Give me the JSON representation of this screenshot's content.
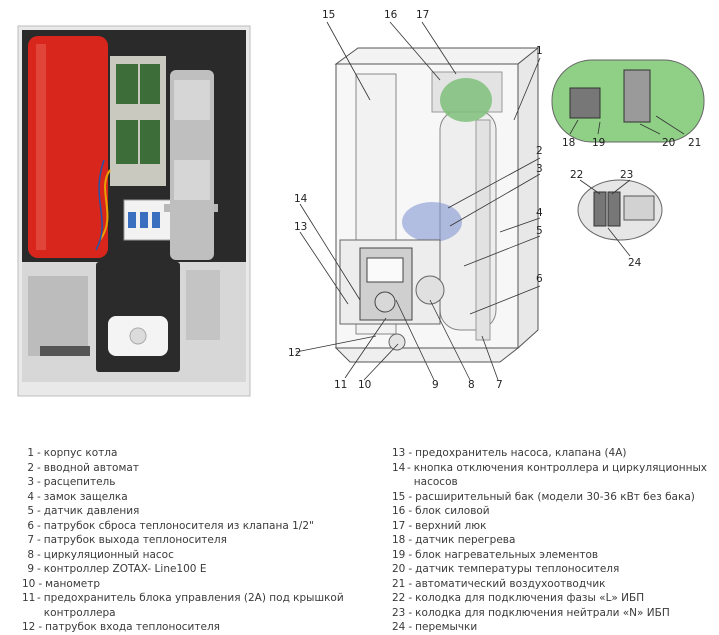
{
  "callouts": {
    "c1": "1",
    "c2": "2",
    "c3": "3",
    "c4": "4",
    "c5": "5",
    "c6": "6",
    "c7": "7",
    "c8": "8",
    "c9": "9",
    "c10": "10",
    "c11": "11",
    "c12": "12",
    "c13": "13",
    "c14": "14",
    "c15": "15",
    "c16": "16",
    "c17": "17",
    "c18": "18",
    "c19": "19",
    "c20": "20",
    "c21": "21",
    "c22": "22",
    "c23": "23",
    "c24": "24"
  },
  "legend_left": [
    {
      "num": "1",
      "text": "корпус котла"
    },
    {
      "num": "2",
      "text": "вводной автомат"
    },
    {
      "num": "3",
      "text": "расцепитель"
    },
    {
      "num": "4",
      "text": "замок защелка"
    },
    {
      "num": "5",
      "text": "датчик давления"
    },
    {
      "num": "6",
      "text": "патрубок сброса теплоносителя из клапана 1/2\""
    },
    {
      "num": "7",
      "text": "патрубок выхода теплоносителя"
    },
    {
      "num": "8",
      "text": "циркуляционный насос"
    },
    {
      "num": "9",
      "text": "контроллер ZOTAX- Line100 E"
    },
    {
      "num": "10",
      "text": "манометр"
    },
    {
      "num": "11",
      "text": "предохранитель блока управления (2А) под крышкой контроллера"
    },
    {
      "num": "12",
      "text": "патрубок входа теплоносителя"
    }
  ],
  "legend_right": [
    {
      "num": "13",
      "text": "предохранитель насоса, клапана (4А)"
    },
    {
      "num": "14",
      "text": "кнопка отключения контроллера и циркуляционных насосов"
    },
    {
      "num": "15",
      "text": "расширительный бак (модели 30-36 кВт без бака)"
    },
    {
      "num": "16",
      "text": "блок силовой"
    },
    {
      "num": "17",
      "text": "верхний люк"
    },
    {
      "num": "18",
      "text": "датчик перегрева"
    },
    {
      "num": "19",
      "text": "блок нагревательных элементов"
    },
    {
      "num": "20",
      "text": "датчик температуры теплоносителя"
    },
    {
      "num": "21",
      "text": "автоматический воздухоотводчик"
    },
    {
      "num": "22",
      "text": "колодка для подключения фазы «L» ИБП"
    },
    {
      "num": "23",
      "text": "колодка для подключения нейтрали «N» ИБП"
    },
    {
      "num": "24",
      "text": "перемычки"
    }
  ],
  "colors": {
    "tank": "#d8261c",
    "casing": "#efefef",
    "controller": "#2b2b2b",
    "callout_fill": "#7fc07a",
    "line": "#333333"
  }
}
